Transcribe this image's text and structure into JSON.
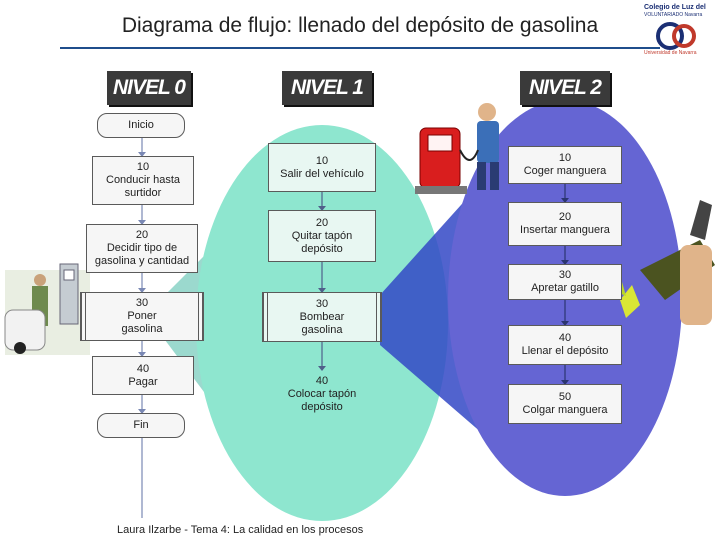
{
  "title": "Diagrama de flujo: llenado del depósito de gasolina",
  "logo": {
    "line1": "Colegio de Luz del",
    "line2": "VOLUNTARIADO Navarra",
    "line3": "Universidad de Navarra"
  },
  "levels": [
    "NIVEL 0",
    "NIVEL 1",
    "NIVEL 2"
  ],
  "nivel0": {
    "start": "Inicio",
    "steps": [
      {
        "num": "10",
        "text": "Conducir hasta surtidor"
      },
      {
        "num": "20",
        "text": "Decidir tipo de gasolina y cantidad"
      },
      {
        "num": "30",
        "text": "Poner gasolina"
      },
      {
        "num": "40",
        "text": "Pagar"
      }
    ],
    "end": "Fin"
  },
  "nivel1": [
    {
      "num": "10",
      "text": "Salir del vehículo"
    },
    {
      "num": "20",
      "text": "Quitar tapón depósito"
    },
    {
      "num": "30",
      "text": "Bombear gasolina"
    },
    {
      "num": "40",
      "text": "Colocar tapón depósito"
    }
  ],
  "nivel2": [
    {
      "num": "10",
      "text": "Coger manguera"
    },
    {
      "num": "20",
      "text": "Insertar manguera"
    },
    {
      "num": "30",
      "text": "Apretar gatillo"
    },
    {
      "num": "40",
      "text": "Llenar el depósito"
    },
    {
      "num": "50",
      "text": "Colgar manguera"
    }
  ],
  "footer": "Laura Ilzarbe - Tema 4: La calidad en los procesos",
  "colors": {
    "ellipse1": "#7fe0c8",
    "ellipse2": "#6a6ad6",
    "funnel": "#3d5bc9",
    "level_header": "#3a3a3a"
  }
}
